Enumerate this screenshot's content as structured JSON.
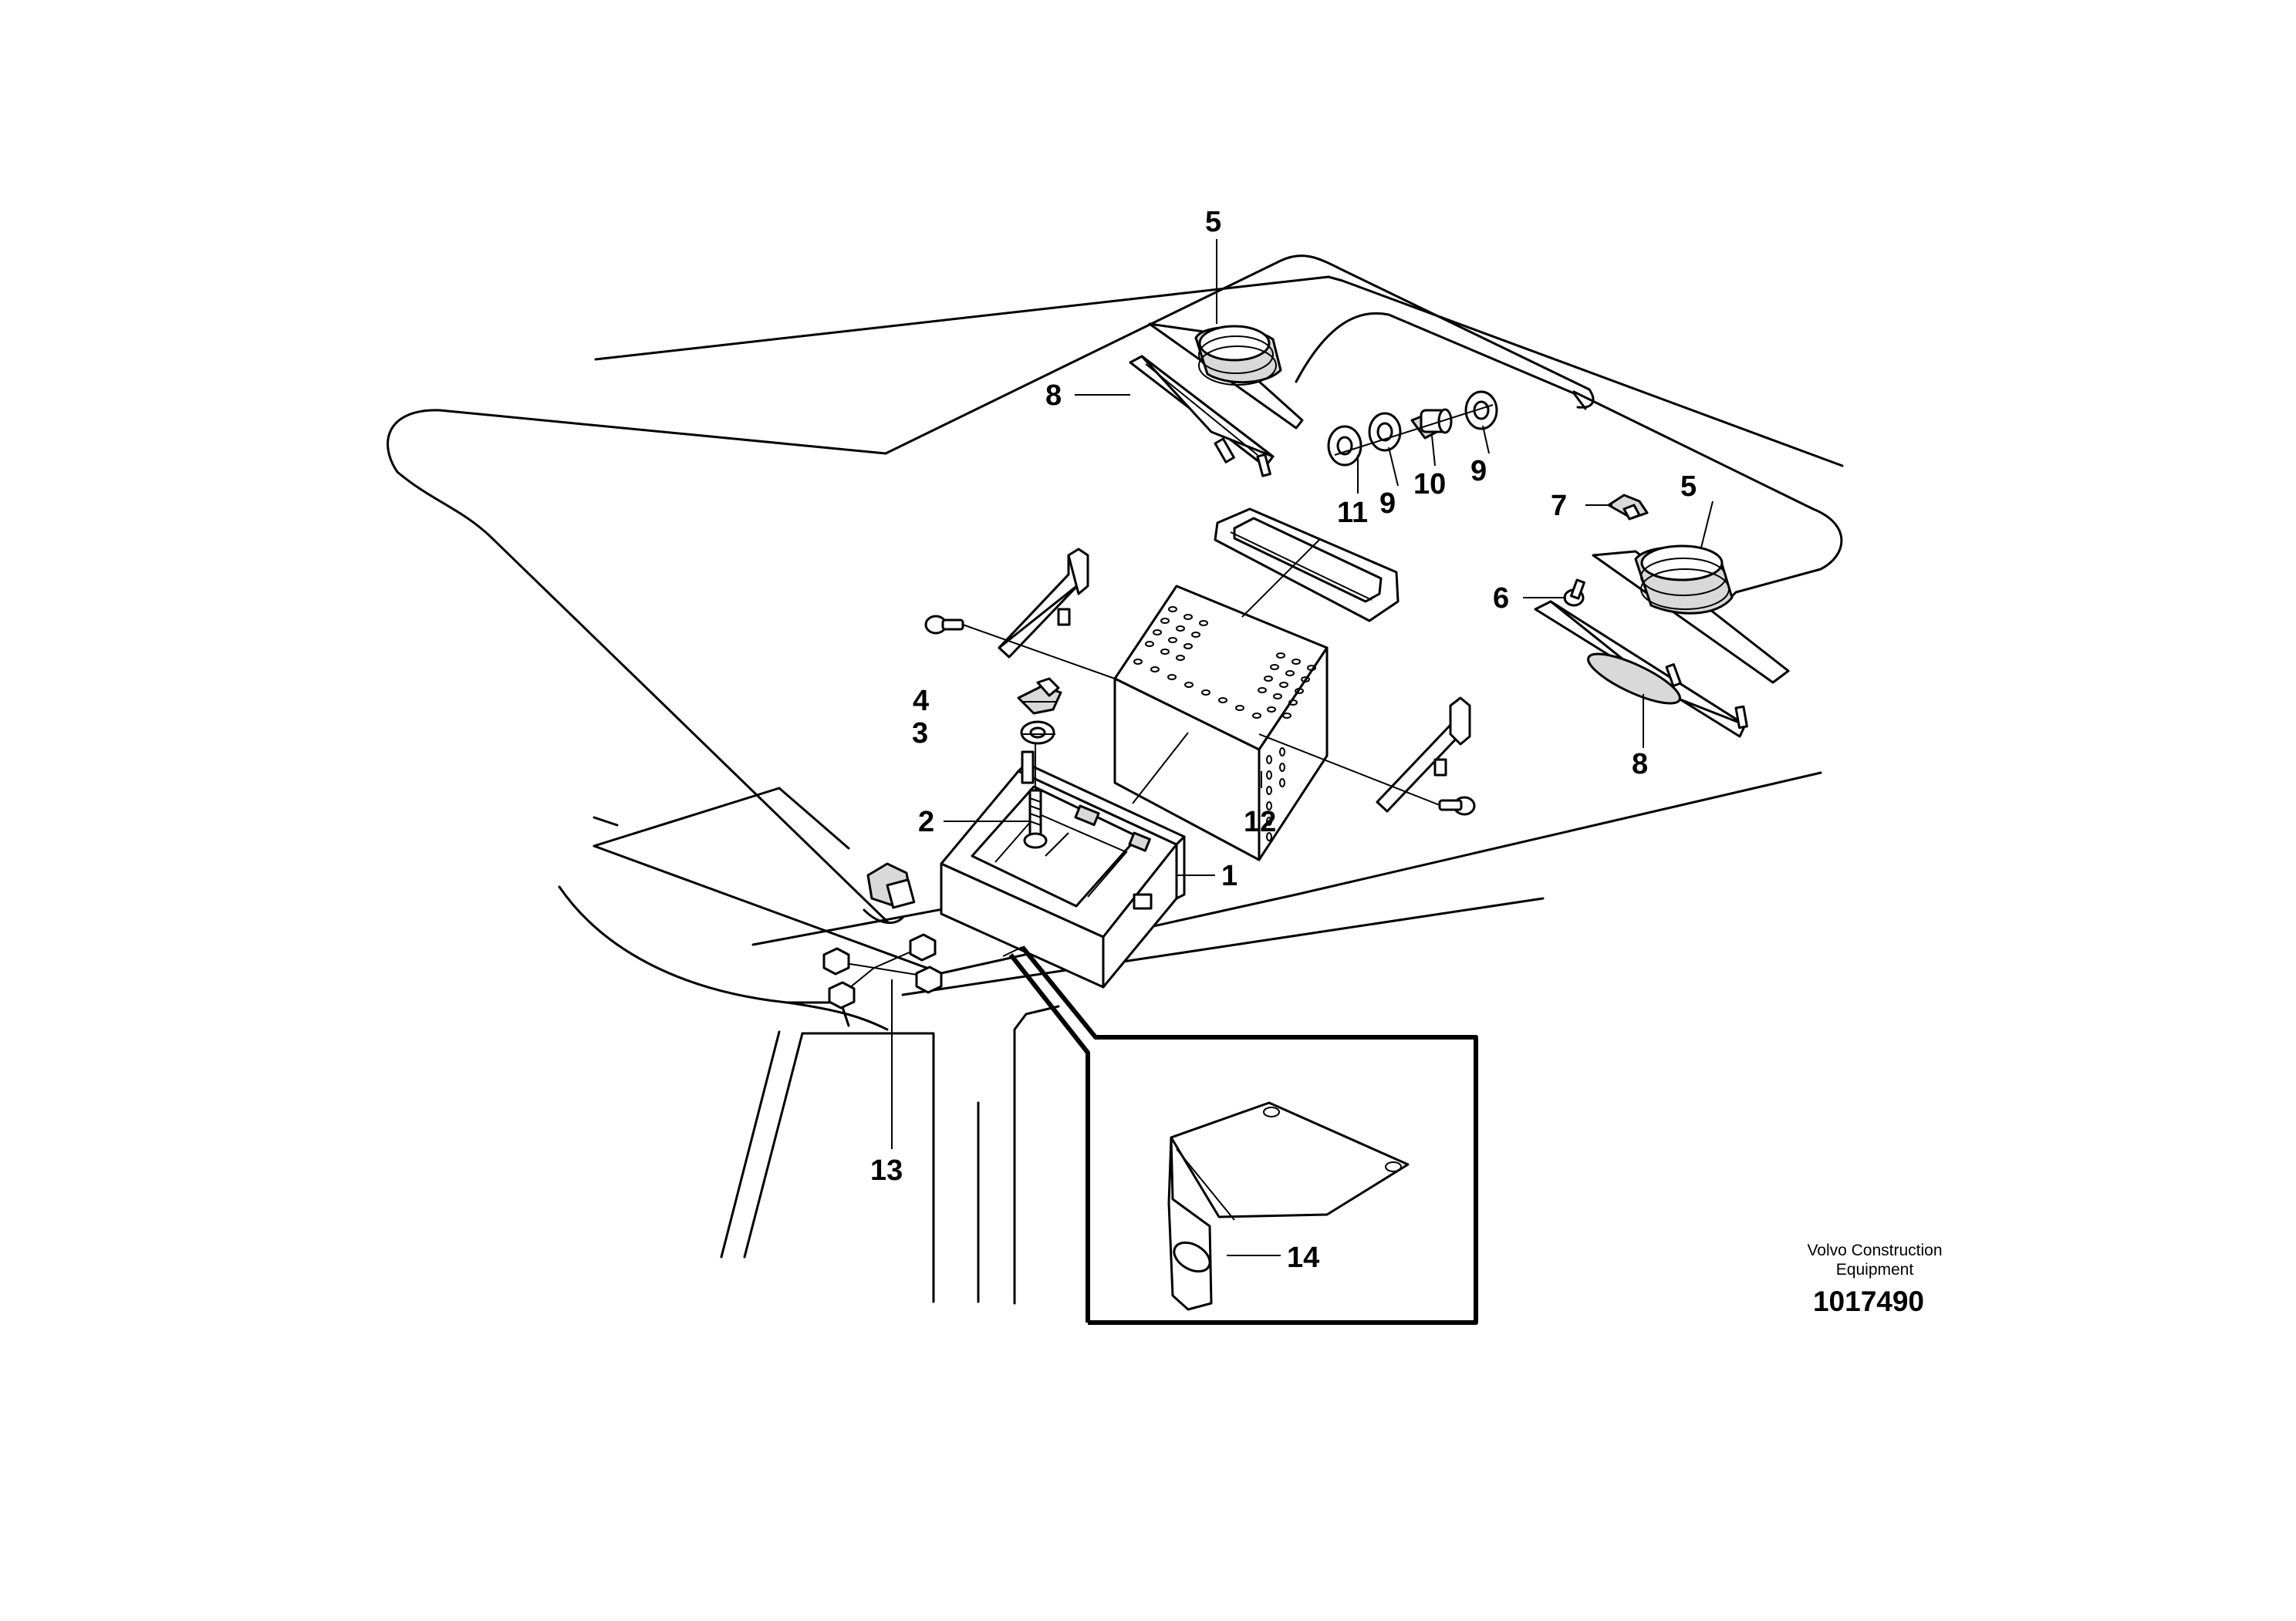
{
  "diagram": {
    "callouts": [
      {
        "id": "1",
        "label": "1"
      },
      {
        "id": "2",
        "label": "2"
      },
      {
        "id": "3",
        "label": "3"
      },
      {
        "id": "4",
        "label": "4"
      },
      {
        "id": "5a",
        "label": "5"
      },
      {
        "id": "5b",
        "label": "5"
      },
      {
        "id": "6",
        "label": "6"
      },
      {
        "id": "7",
        "label": "7"
      },
      {
        "id": "8a",
        "label": "8"
      },
      {
        "id": "8b",
        "label": "8"
      },
      {
        "id": "9a",
        "label": "9"
      },
      {
        "id": "9b",
        "label": "9"
      },
      {
        "id": "10",
        "label": "10"
      },
      {
        "id": "11",
        "label": "11"
      },
      {
        "id": "12",
        "label": "12"
      },
      {
        "id": "13",
        "label": "13"
      },
      {
        "id": "14",
        "label": "14"
      }
    ]
  },
  "credit": {
    "line1": "Volvo Construction",
    "line2": "Equipment",
    "drawing_number": "1017490"
  }
}
